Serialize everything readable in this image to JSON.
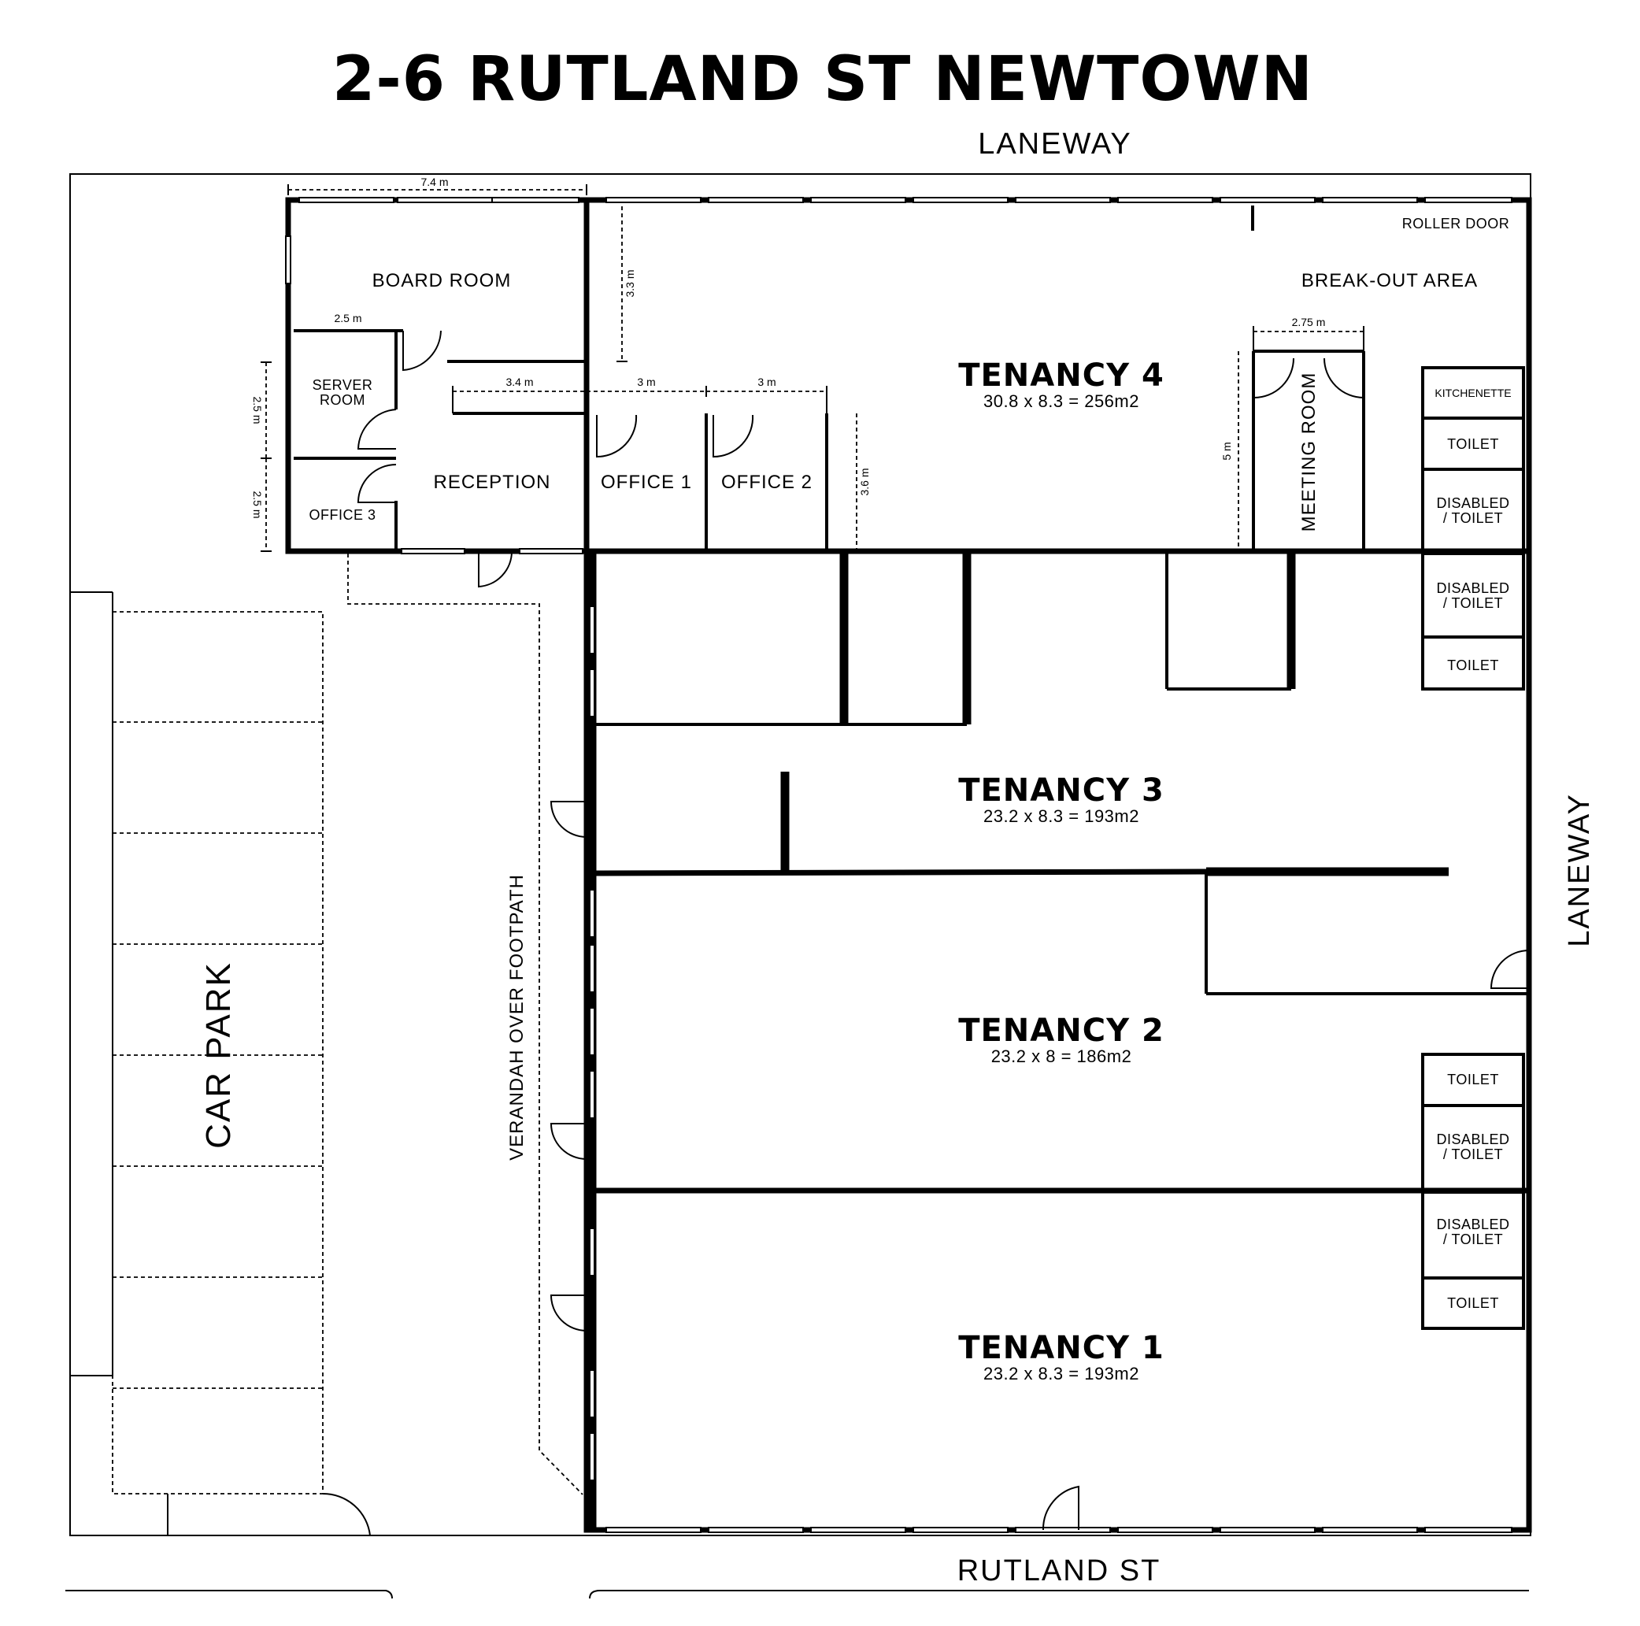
{
  "title": "2-6 RUTLAND ST NEWTOWN",
  "streets": {
    "top": "LANEWAY",
    "right": "LANEWAY",
    "bottom": "RUTLAND ST"
  },
  "outside": {
    "car_park": "CAR PARK",
    "verandah": "VERANDAH OVER FOOTPATH"
  },
  "rooms": {
    "board_room": "BOARD ROOM",
    "server_room_line1": "SERVER",
    "server_room_line2": "ROOM",
    "office3": "OFFICE 3",
    "reception": "RECEPTION",
    "office1": "OFFICE 1",
    "office2": "OFFICE 2",
    "meeting_room": "MEETING ROOM",
    "break_out": "BREAK-OUT AREA",
    "roller_door": "ROLLER DOOR",
    "kitchenette": "KITCHENETTE",
    "toilet": "TOILET",
    "disabled_line1": "DISABLED",
    "disabled_line2": "/ TOILET"
  },
  "tenancies": [
    {
      "name": "TENANCY 4",
      "area": "30.8 x 8.3 = 256m2"
    },
    {
      "name": "TENANCY 3",
      "area": "23.2 x 8.3 = 193m2"
    },
    {
      "name": "TENANCY 2",
      "area": "23.2 x 8 = 186m2"
    },
    {
      "name": "TENANCY 1",
      "area": "23.2 x 8.3 = 193m2"
    }
  ],
  "dimensions": {
    "board_width": "7.4 m",
    "board_depth": "3.3 m",
    "server_width": "2.5 m",
    "server_depth": "2.5 m",
    "office3_depth": "2.5 m",
    "reception_width": "3.4 m",
    "office1_width": "3 m",
    "office2_width": "3 m",
    "office_depth": "3.6 m",
    "meeting_width": "2.75 m",
    "meeting_depth": "5 m"
  }
}
